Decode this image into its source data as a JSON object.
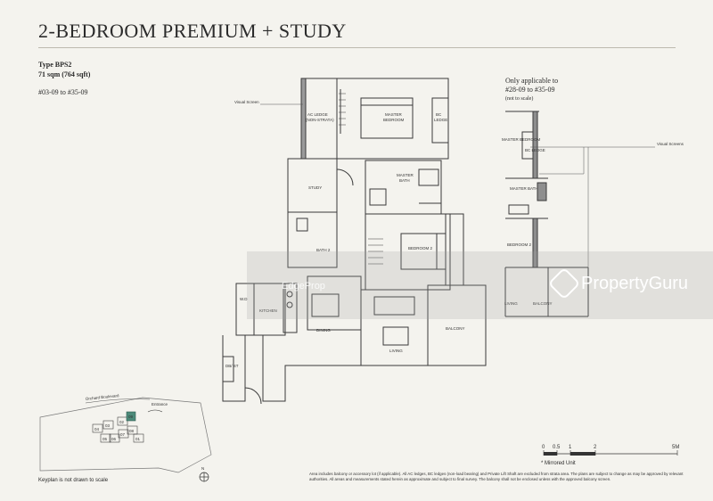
{
  "header": {
    "title": "2-BEDROOM PREMIUM + STUDY"
  },
  "unit_info": {
    "type": "Type BPS2",
    "area": "71 sqm (764 sqft)",
    "units": "#03-09 to #35-09"
  },
  "alt_plan": {
    "line1": "Only applicable to",
    "line2": "#28-09 to #35-09",
    "line3": "(not to scale)",
    "labels": {
      "master_bedroom": "MASTER BEDROOM",
      "bc": "BC LEDGE",
      "master_bath": "MASTER BATH",
      "bedroom2": "BEDROOM 2",
      "living": "LIVING",
      "balcony": "BALCONY",
      "visual_screens": "Visual Screens"
    }
  },
  "floor_plan": {
    "labels": {
      "visual_screen": "Visual Screen",
      "ac_ledge": "AC LEDGE",
      "non_strata": "(NON-STRATA)",
      "master_bedroom": "MASTER",
      "master_bedroom_2": "BEDROOM",
      "bc_ledge_1": "BC",
      "bc_ledge_2": "LEDGE",
      "study": "STUDY",
      "master_bath_1": "MASTER",
      "master_bath_2": "BATH",
      "bath2": "BATH 2",
      "bedroom2": "BEDROOM 2",
      "wd": "W.D",
      "kitchen": "KITCHEN",
      "dining": "DINING",
      "living": "LIVING",
      "balcony": "BALCONY",
      "dbst": "DB/ ST"
    }
  },
  "keyplan": {
    "road": "Orchard Boulevard",
    "entrance": "Entrance",
    "caption": "Keyplan is not drawn to scale",
    "north": "N",
    "blocks": [
      "04",
      "03",
      "02",
      "05",
      "06",
      "07",
      "08",
      "09",
      "01"
    ]
  },
  "scale": {
    "ticks": [
      "0",
      "0.5",
      "1",
      "2",
      "5M"
    ],
    "mirror_note": "* Mirrored Unit"
  },
  "footnote": "Area includes balcony or accessory lot (if applicable). All AC ledges, BC ledges (non-load bearing) and Private Lift Shaft are excluded from strata area. The plans are subject to change as may be approved by relevant authorities. All areas and measurements stated herein as approximate and subject to final survey. The balcony shall not be enclosed unless with the approved balcony screen.",
  "watermark": {
    "brand": "PropertyGuru",
    "center": "EdgeProp"
  }
}
